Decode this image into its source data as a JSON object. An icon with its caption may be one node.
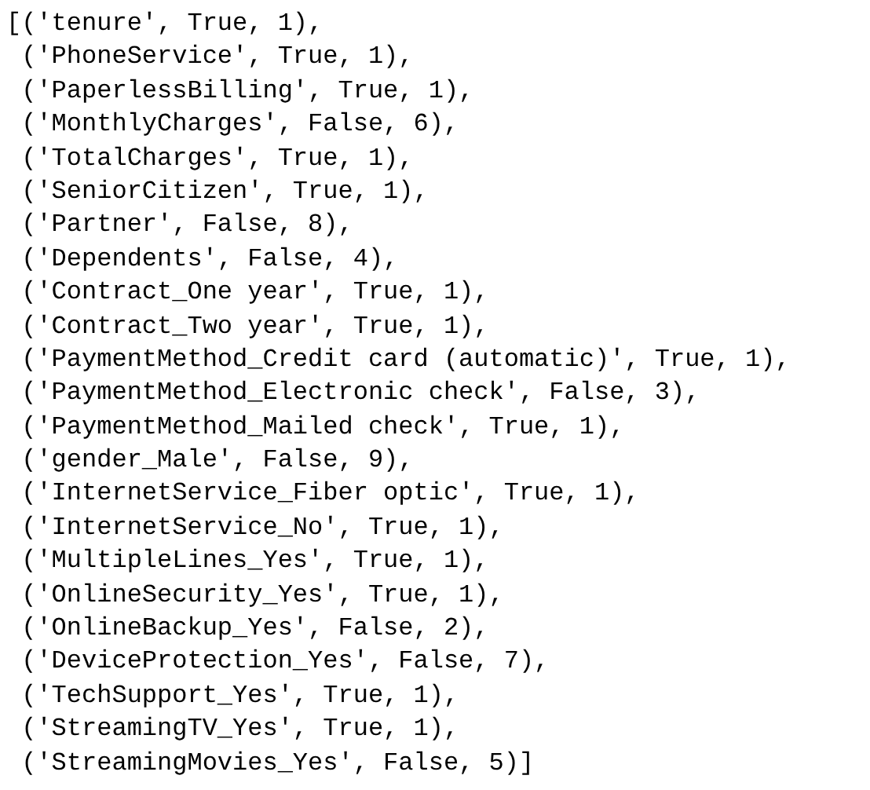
{
  "diagram": {
    "labels": [
      "[('tenure', True, 1),",
      " ('PhoneService', True, 1),",
      " ('PaperlessBilling', True, 1),",
      " ('MonthlyCharges', False, 6),",
      " ('TotalCharges', True, 1),",
      " ('SeniorCitizen', True, 1),",
      " ('Partner', False, 8),",
      " ('Dependents', False, 4),",
      " ('Contract_One year', True, 1),",
      " ('Contract_Two year', True, 1),",
      " ('PaymentMethod_Credit card (automatic)', True, 1),",
      " ('PaymentMethod_Electronic check', False, 3),",
      " ('PaymentMethod_Mailed check', True, 1),",
      " ('gender_Male', False, 9),",
      " ('InternetService_Fiber optic', True, 1),",
      " ('InternetService_No', True, 1),",
      " ('MultipleLines_Yes', True, 1),",
      " ('OnlineSecurity_Yes', True, 1),",
      " ('OnlineBackup_Yes', False, 2),",
      " ('DeviceProtection_Yes', False, 7),",
      " ('TechSupport_Yes', True, 1),",
      " ('StreamingTV_Yes', True, 1),",
      " ('StreamingMovies_Yes', False, 5)]"
    ]
  }
}
